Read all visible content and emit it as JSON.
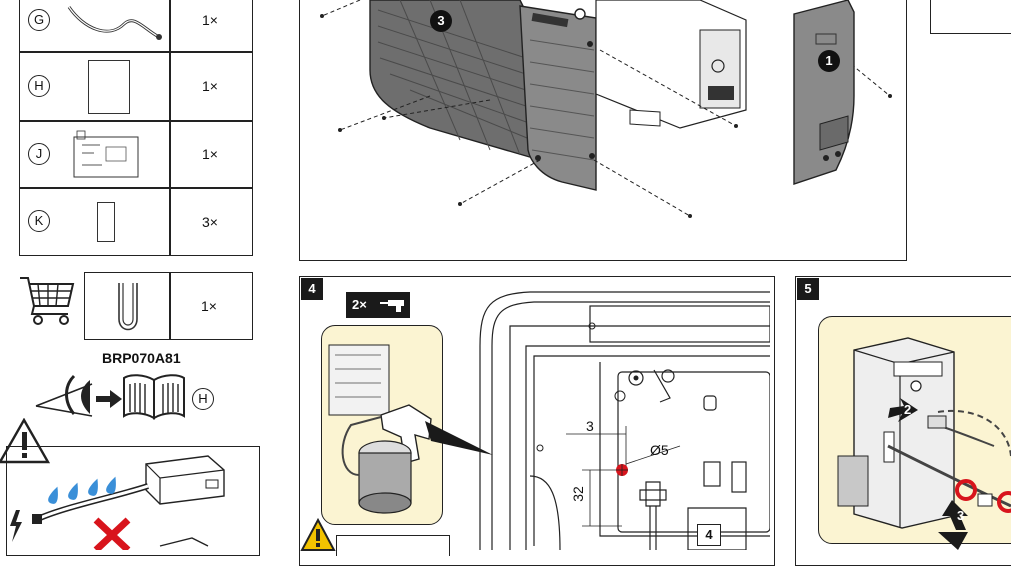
{
  "parts_table": {
    "rows": [
      {
        "letter": "G",
        "item": "hose",
        "qty": "1×"
      },
      {
        "letter": "H",
        "item": "manual",
        "qty": "1×"
      },
      {
        "letter": "J",
        "item": "label-sheet",
        "qty": "1×"
      },
      {
        "letter": "K",
        "item": "strip",
        "qty": "3×"
      }
    ]
  },
  "option": {
    "qty": "1×",
    "kit_code": "BRP070A81",
    "ref_letter": "H"
  },
  "step3": {
    "callout_3": "3",
    "callout_1": "1"
  },
  "step4": {
    "number": "4",
    "count": "2×",
    "dim_3": "3",
    "dim_diameter": "Ø5",
    "dim_32": "32",
    "callout_4": "4"
  },
  "step5": {
    "number": "5",
    "callout_2": "2",
    "callout_3": "3"
  },
  "colors": {
    "highlight": "#fbf4d2",
    "drop": "#3a8fd8",
    "cross": "#d8141c",
    "accent_red": "#d8141c"
  }
}
